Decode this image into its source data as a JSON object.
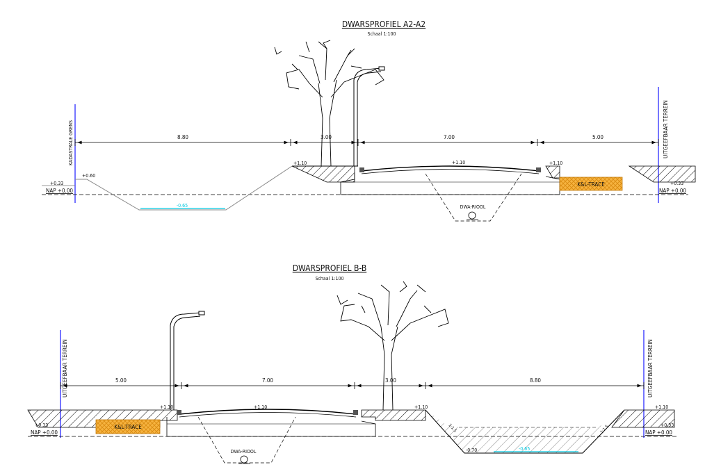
{
  "profile_a": {
    "title": "DWARSPROFIEL A2-A2",
    "scale": "Schaal 1:100",
    "left_border_label": "KADASTRALE GRENS",
    "right_border_label": "UITGEEFBAAR TERREIN",
    "dims": [
      "8.80",
      "3.00",
      "7.00",
      "5.00"
    ],
    "levels": {
      "left_edge": "+0.33",
      "ditch_top": "+0.60",
      "ditch_bottom": "-0.65",
      "verge_left": "+1.10",
      "road_center": "+1.10",
      "verge_right": "+1.10",
      "right_edge": "+0.33"
    },
    "nap_left": "NAP +0.00",
    "nap_right": "NAP +0.00",
    "cable_label": "K&L-TRACE",
    "sewer_label": "DWA-RIOOL"
  },
  "profile_b": {
    "title": "DWARSPROFIEL B-B",
    "scale": "Schaal 1:100",
    "left_border_label": "UITGEEFBAAR TERREIN",
    "right_border_label": "UITGEEFBAAR TERREIN",
    "dims": [
      "5.00",
      "7.00",
      "3.00",
      "8.80"
    ],
    "levels": {
      "left_edge": "+0.33",
      "verge_left": "+1.10",
      "road_center": "+1.10",
      "verge_right": "+1.10",
      "ditch_bottom": "-0.70",
      "ditch_water": "-0.65",
      "right_edge_top": "+1.10",
      "right_edge": "+0.33"
    },
    "slope_left": "1:1.5",
    "slope_right": "1:1.5",
    "nap_left": "NAP +0.00",
    "nap_right": "NAP +0.00",
    "cable_label": "K&L-TRACE",
    "sewer_label": "DWA-RIOOL"
  },
  "colors": {
    "line": "#000000",
    "border_line": "#1a1aff",
    "water": "#00c8e0",
    "cable_fill": "#f6b340"
  }
}
